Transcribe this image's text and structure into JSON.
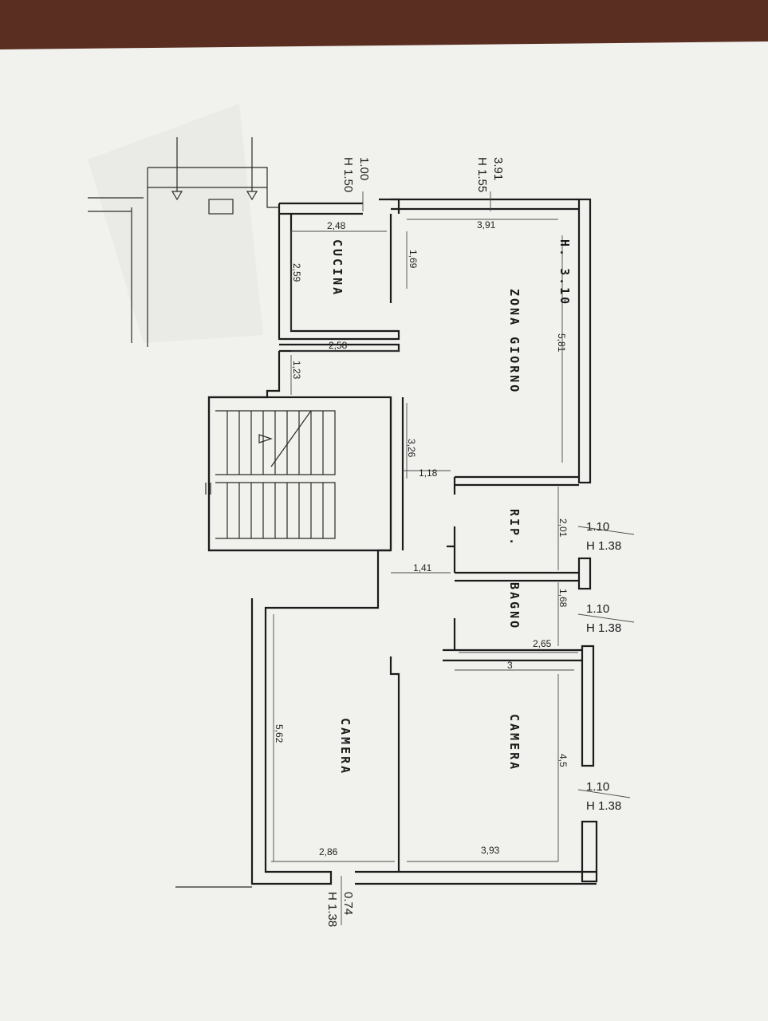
{
  "colors": {
    "background": "#5a2f22",
    "paper": "#f1f1ee",
    "ink": "#1c1c1c"
  },
  "rooms": {
    "zona_giorno": "ZONA GIORNO",
    "ceiling_height": "H. 3.10",
    "cucina": "CUCINA",
    "rip": "RIP.",
    "bagno": "BAGNO",
    "camera_right": "CAMERA",
    "camera_left": "CAMERA"
  },
  "dimensions": {
    "zg_width": "3,91",
    "zg_length": "5,81",
    "zg_wall": "1,69",
    "cucina_top": "2,48",
    "cucina_side": "2,59",
    "cucina_bottom": "2,58",
    "passage": "1,23",
    "corridor": "3,26",
    "corridor_width": "1,18",
    "hall_width": "1,41",
    "rip_length": "2,01",
    "bagno_length": "1,68",
    "bagno_width": "2,65",
    "bagno_inner": "3",
    "camera_right_length": "4,5",
    "camera_right_width": "3,93",
    "camera_left_length": "5,62",
    "camera_left_width": "2,86"
  },
  "windows": {
    "zg_a": "3.91",
    "zg_b": "H 1.55",
    "cucina_a": "1.00",
    "cucina_b": "H 1.50",
    "rip_a": "1.10",
    "rip_b": "H 1.38",
    "bagno_a": "1.10",
    "bagno_b": "H 1.38",
    "camera_a": "1.10",
    "camera_b": "H 1.38",
    "camera_bottom_a": "0.74",
    "camera_bottom_b": "H 1.38"
  }
}
